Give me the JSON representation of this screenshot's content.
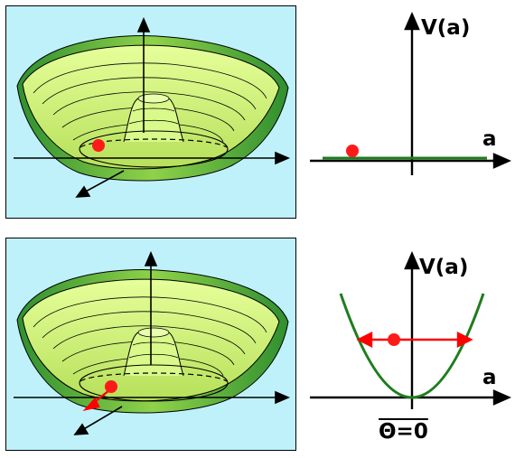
{
  "top": {
    "ylabel": "V(a)",
    "xlabel": "a",
    "curve_color": "#1e7d1e",
    "ball_color": "#ff0000"
  },
  "bottom": {
    "ylabel": "V(a)",
    "xlabel": "a",
    "origin_label": "Θ=0",
    "curve_color": "#1e7d1e",
    "ball_color": "#ff0000",
    "arrow_color": "#ff0000"
  },
  "surface": {
    "fill_color": "#ccf27a",
    "dark_color": "#3c9a3c",
    "background": "#bff1fb"
  }
}
